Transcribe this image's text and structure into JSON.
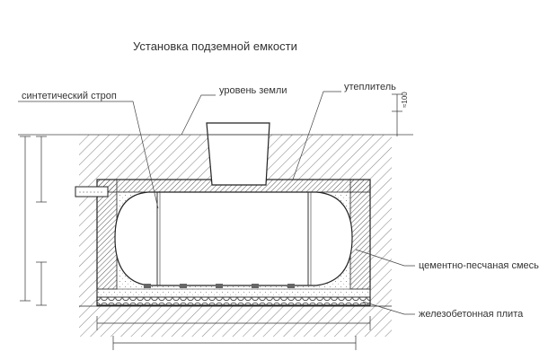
{
  "title": "Установка подземной емкости",
  "labels": {
    "sling": "синтетический строп",
    "ground_level": "уровень земли",
    "insulation": "утеплитель",
    "dimension_100": "≈100",
    "cement_sand_mix": "цементно-песчаная смесь",
    "concrete_slab": "железобетонная плита"
  }
}
